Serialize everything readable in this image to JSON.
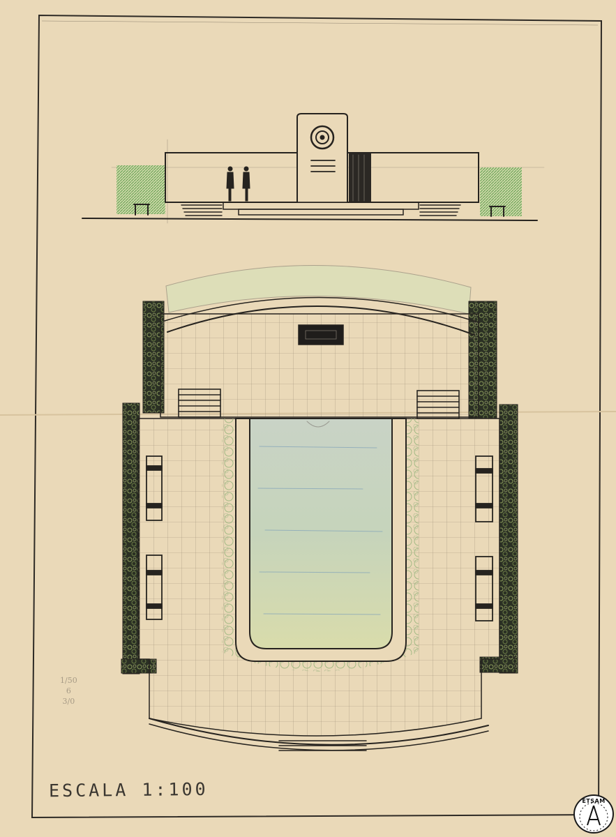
{
  "drawing": {
    "scale_label": "ESCALA 1:100",
    "pencil_notes": [
      "1/50",
      "6",
      "3/0"
    ],
    "colors": {
      "paper": "#ead9b8",
      "ink": "#26231f",
      "hedge_green": "#6fae5a",
      "water_blue": "#a7c6cf",
      "dark_hedge": "#24291f"
    },
    "views": [
      "elevation",
      "plan"
    ]
  },
  "logo": {
    "text": "ETSAM"
  }
}
